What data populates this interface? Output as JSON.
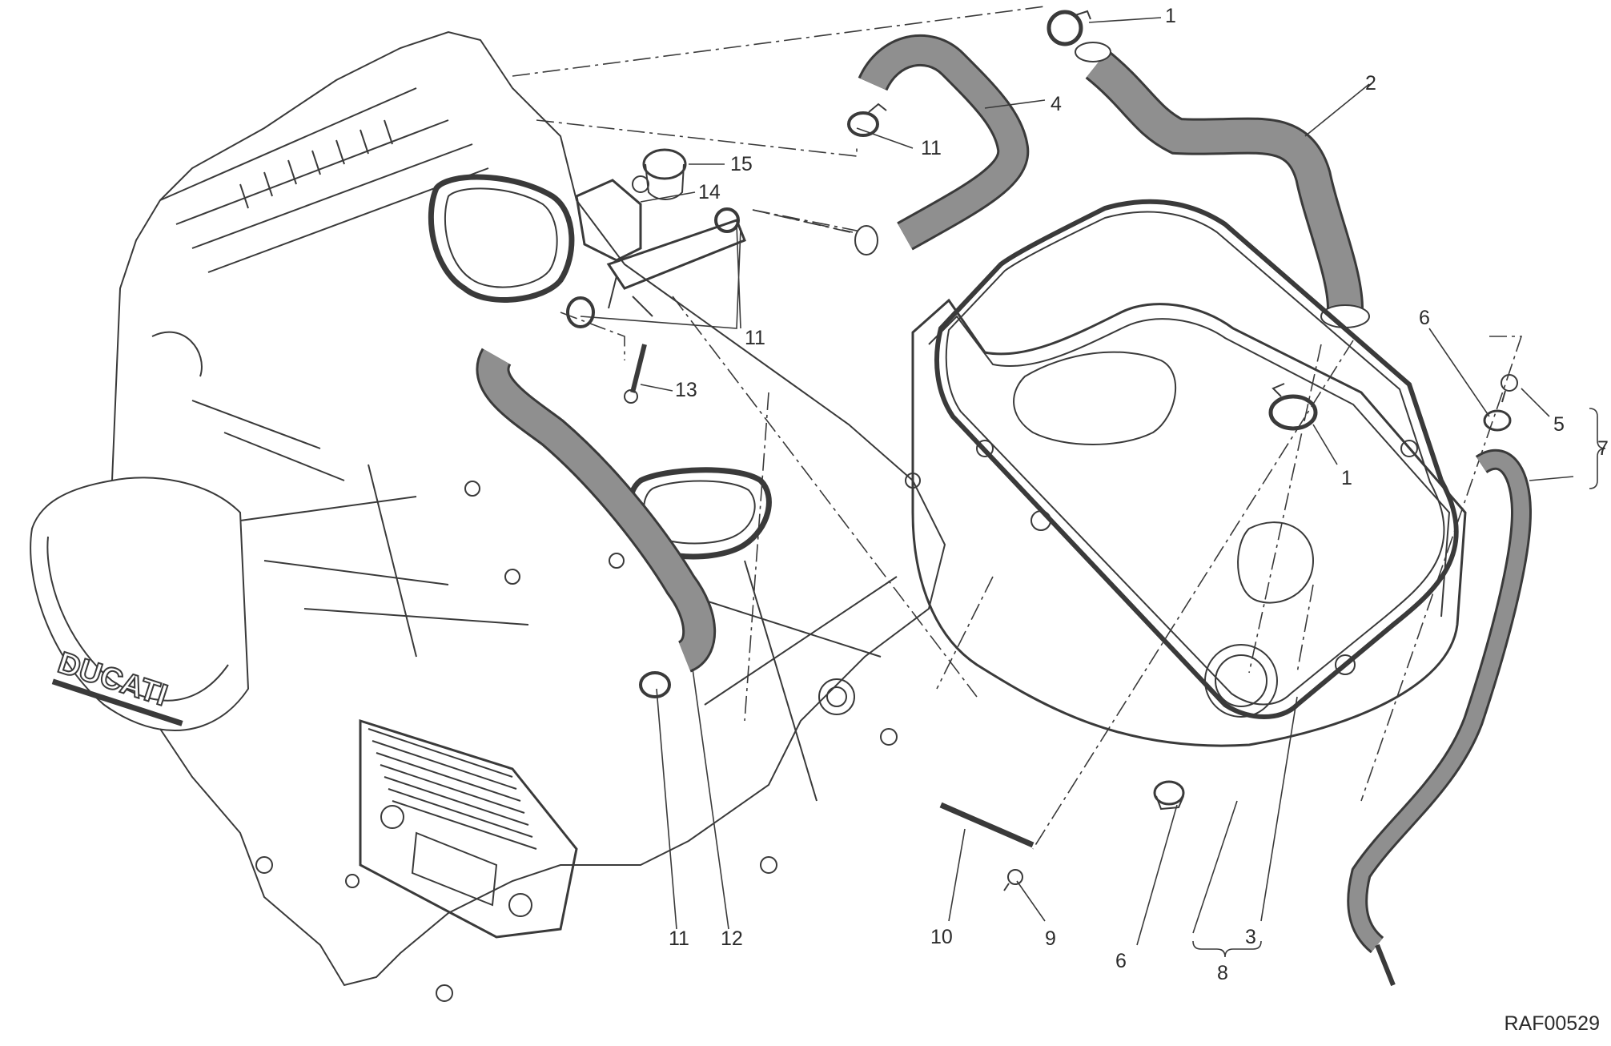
{
  "diagram": {
    "reference_code": "RAF00529",
    "brand_marking": "DUCATI",
    "part_labels": [
      "1",
      "2",
      "3",
      "4",
      "5",
      "6",
      "7",
      "8",
      "9",
      "10",
      "11",
      "12",
      "13",
      "14",
      "15"
    ],
    "callouts": [
      {
        "id": "1",
        "text": "1"
      },
      {
        "id": "1b",
        "text": "1"
      },
      {
        "id": "2",
        "text": "2"
      },
      {
        "id": "3",
        "text": "3"
      },
      {
        "id": "4",
        "text": "4"
      },
      {
        "id": "5",
        "text": "5"
      },
      {
        "id": "6a",
        "text": "6"
      },
      {
        "id": "6b",
        "text": "6"
      },
      {
        "id": "7",
        "text": "7"
      },
      {
        "id": "8",
        "text": "8"
      },
      {
        "id": "9",
        "text": "9"
      },
      {
        "id": "10",
        "text": "10"
      },
      {
        "id": "11a",
        "text": "11"
      },
      {
        "id": "11b",
        "text": "11"
      },
      {
        "id": "11c",
        "text": "11"
      },
      {
        "id": "12",
        "text": "12"
      },
      {
        "id": "13",
        "text": "13"
      },
      {
        "id": "14",
        "text": "14"
      },
      {
        "id": "15",
        "text": "15"
      }
    ],
    "colors": {
      "line": "#3a3a3a",
      "hose_fill": "#8f8f8f",
      "background": "#ffffff"
    }
  }
}
